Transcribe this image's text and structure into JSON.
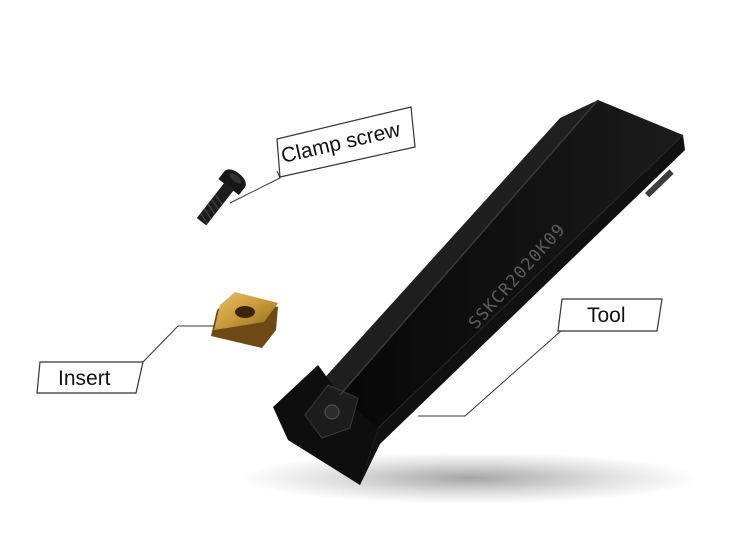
{
  "callouts": {
    "clamp_screw": "Clamp screw",
    "insert": "Insert",
    "tool": "Tool"
  },
  "tool_engraving": "SSKCR2020K09",
  "colors": {
    "background": "#ffffff",
    "tool_body": "#0b0b0b",
    "insert_gold": "#c99a3a",
    "label_line": "#333333"
  }
}
